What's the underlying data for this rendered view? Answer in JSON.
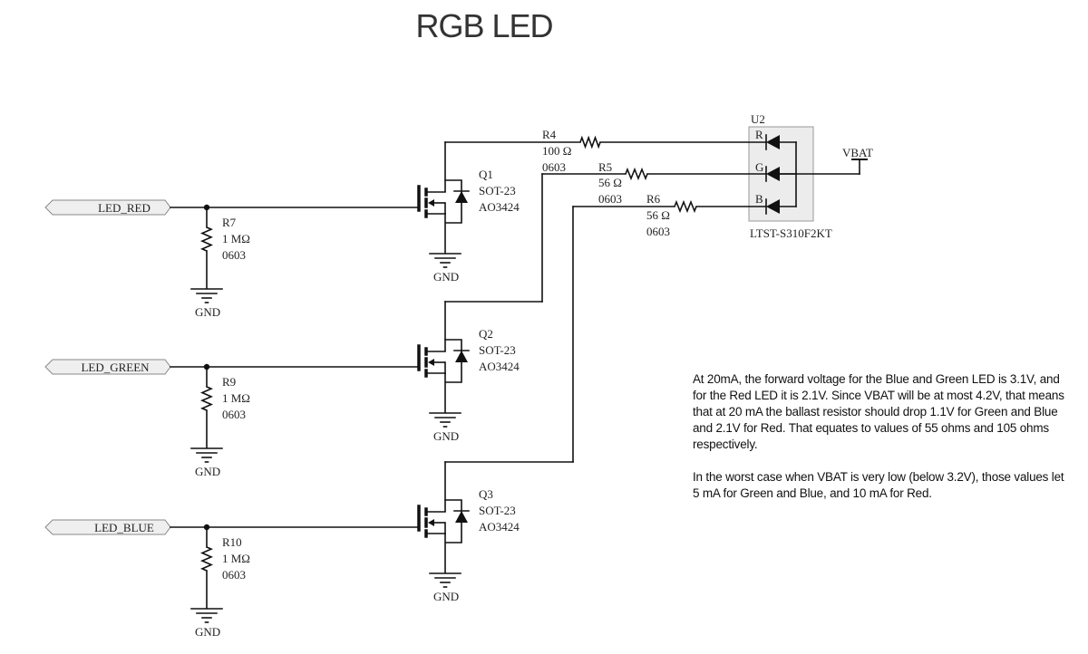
{
  "title": "RGB LED",
  "ports": [
    {
      "name": "LED_RED"
    },
    {
      "name": "LED_GREEN"
    },
    {
      "name": "LED_BLUE"
    }
  ],
  "pulldowns": [
    {
      "ref": "R7",
      "value": "1 MΩ",
      "package": "0603",
      "gnd": "GND"
    },
    {
      "ref": "R9",
      "value": "1 MΩ",
      "package": "0603",
      "gnd": "GND"
    },
    {
      "ref": "R10",
      "value": "1 MΩ",
      "package": "0603",
      "gnd": "GND"
    }
  ],
  "mosfets": [
    {
      "ref": "Q1",
      "package": "SOT-23",
      "part": "AO3424",
      "gnd": "GND"
    },
    {
      "ref": "Q2",
      "package": "SOT-23",
      "part": "AO3424",
      "gnd": "GND"
    },
    {
      "ref": "Q3",
      "package": "SOT-23",
      "part": "AO3424",
      "gnd": "GND"
    }
  ],
  "ballast": [
    {
      "ref": "R4",
      "value": "100 Ω",
      "package": "0603"
    },
    {
      "ref": "R5",
      "value": "56 Ω",
      "package": "0603"
    },
    {
      "ref": "R6",
      "value": "56 Ω",
      "package": "0603"
    }
  ],
  "led": {
    "ref": "U2",
    "part": "LTST-S310F2KT",
    "pins": [
      "R",
      "G",
      "B"
    ],
    "supply": "VBAT"
  },
  "notes": [
    "At 20mA, the forward voltage for the Blue and Green LED is 3.1V, and for the Red LED it is 2.1V. Since VBAT will be at most 4.2V, that means that at 20 mA the ballast resistor should drop 1.1V for Green and Blue and 2.1V for Red. That equates to values of 55 ohms and 105 ohms respectively.",
    "In the worst case when VBAT is very low (below 3.2V), those values let 5 mA for Green and Blue, and 10 mA for Red."
  ]
}
